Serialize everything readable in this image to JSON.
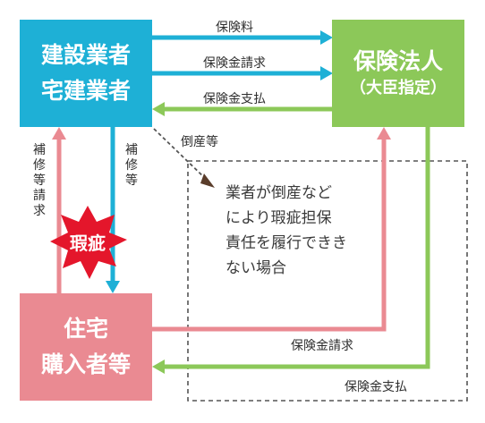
{
  "nodes": {
    "builder": {
      "line1": "建設業者",
      "line2": "宅建業者",
      "color": "#1eb0d6"
    },
    "insurer": {
      "line1": "保険法人",
      "line2": "（大臣指定）",
      "color": "#8cc859"
    },
    "buyer": {
      "line1": "住宅",
      "line2": "購入者等",
      "color": "#ea8a92"
    }
  },
  "edges": {
    "premium": "保険料",
    "claim_top": "保険金請求",
    "payout_top": "保険金支払",
    "bankruptcy": "倒産等",
    "repair_request": "補修等請求",
    "repair": "補修等",
    "defect": "瑕疵",
    "claim_bottom": "保険金請求",
    "payout_bottom": "保険金支払"
  },
  "note": {
    "line1": "業者が倒産など",
    "line2": "により瑕疵担保",
    "line3": "責任を履行できき",
    "line4": "ない場合"
  }
}
